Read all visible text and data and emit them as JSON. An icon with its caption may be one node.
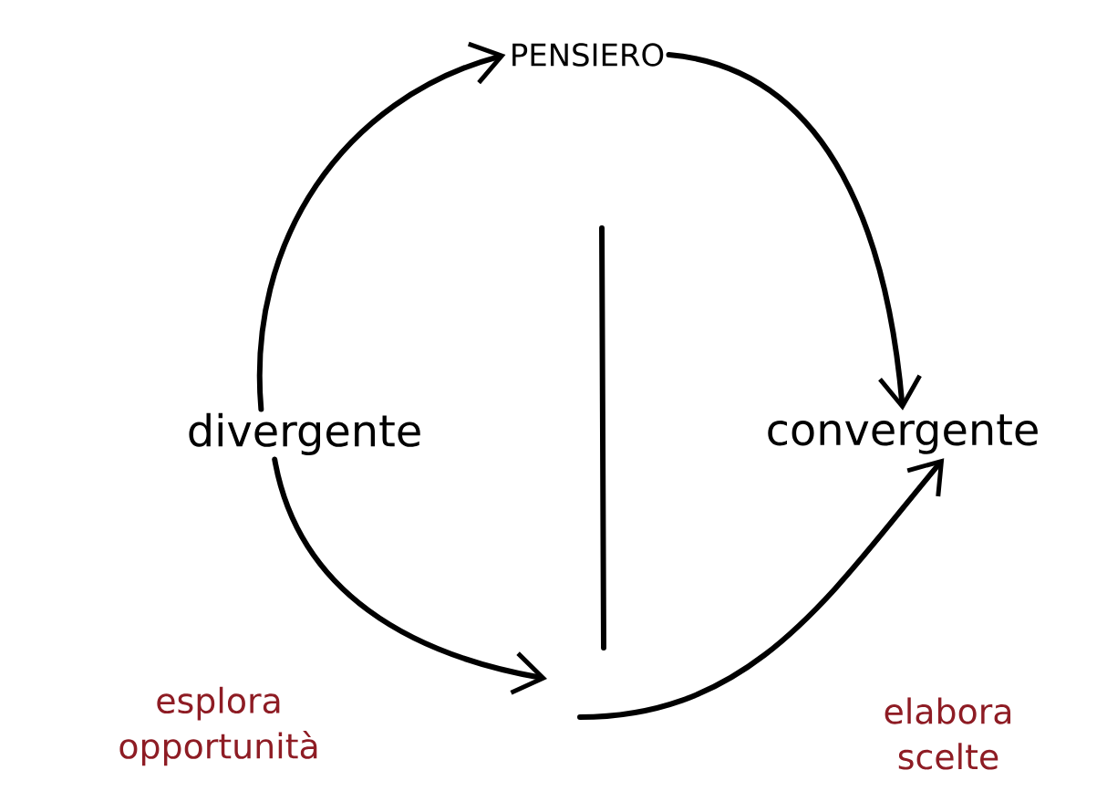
{
  "diagram": {
    "nodes": [
      {
        "text": [
          "PENSIERO"
        ]
      },
      {
        "text": [
          "divergente"
        ]
      },
      {
        "text": [
          "convergente"
        ]
      },
      {
        "text": [
          "esplora opportunità"
        ]
      },
      {
        "text": [
          "elabora scelte"
        ]
      }
    ],
    "edges": [
      {
        "from": 1,
        "to": 0,
        "arrow": "to"
      },
      {
        "from": 0,
        "to": 2,
        "arrow": "to"
      },
      {
        "from": 1,
        "to": null,
        "arrow": "to"
      },
      {
        "from": null,
        "to": 2,
        "arrow": "to"
      }
    ]
  }
}
